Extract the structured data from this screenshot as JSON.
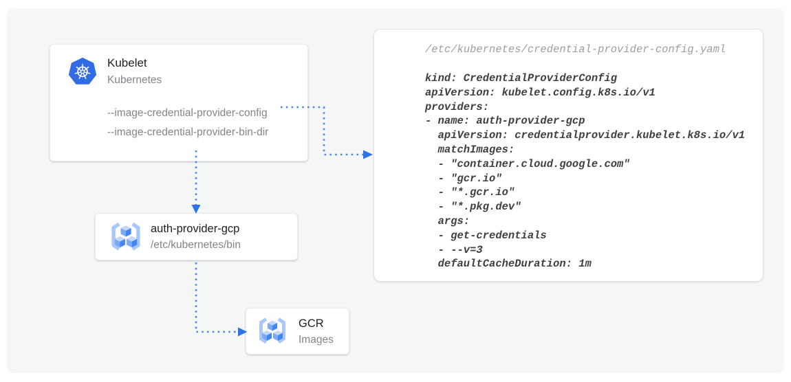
{
  "diagram": {
    "kubelet_card": {
      "title": "Kubelet",
      "subtitle": "Kubernetes",
      "icon": "kubernetes-helm-wheel",
      "flags": [
        "--image-credential-provider-config",
        "--image-credential-provider-bin-dir"
      ]
    },
    "auth_provider_card": {
      "title": "auth-provider-gcp",
      "subtitle": "/etc/kubernetes/bin",
      "icon": "container-registry-cubes"
    },
    "gcr_card": {
      "title": "GCR",
      "subtitle": "Images",
      "icon": "container-registry-cubes"
    },
    "config_panel": {
      "file_path": "/etc/kubernetes/credential-provider-config.yaml",
      "code_lines": [
        "kind: CredentialProviderConfig",
        "apiVersion: kubelet.config.k8s.io/v1",
        "providers:",
        "- name: auth-provider-gcp",
        "  apiVersion: credentialprovider.kubelet.k8s.io/v1",
        "  matchImages:",
        "  - \"container.cloud.google.com\"",
        "  - \"gcr.io\"",
        "  - \"*.gcr.io\"",
        "  - \"*.pkg.dev\"",
        "  args:",
        "  - get-credentials",
        "  - --v=3",
        "  defaultCacheDuration: 1m"
      ]
    },
    "connectors": [
      "config-flag-to-yaml-panel",
      "kubelet-to-auth-provider",
      "auth-provider-to-gcr"
    ]
  },
  "colors": {
    "canvas_background": "#f5f6f6",
    "connector_blue": "#4a86ee",
    "arrowhead_blue": "#2d74e4",
    "kubernetes_blue": "#326ce5",
    "registry_cube_blue": "#4285f4",
    "registry_bracket_blue": "#a8c7fa",
    "title_text": "#202124",
    "secondary_text": "#80868b",
    "code_text": "#3c4043",
    "code_path_text": "#9aa0a6"
  }
}
